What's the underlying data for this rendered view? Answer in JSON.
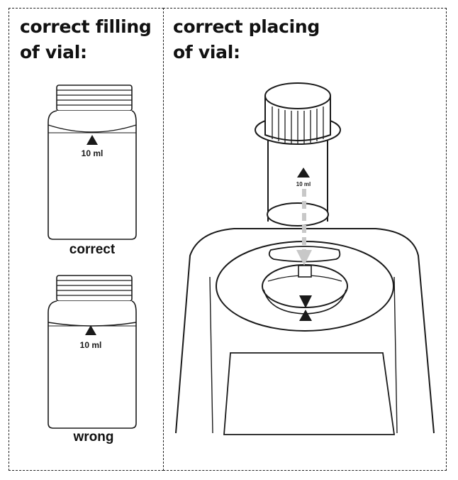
{
  "left_panel": {
    "heading": "correct filling\nof vial:",
    "vial_correct": {
      "mark_label": "10 ml",
      "caption": "correct"
    },
    "vial_wrong": {
      "mark_label": "10 ml",
      "caption": "wrong"
    }
  },
  "right_panel": {
    "heading": "correct placing\nof vial:",
    "vial_mark_label": "10 ml"
  },
  "colors": {
    "line": "#1a1a1a",
    "guide_arrow": "#c8c8c8",
    "background": "#ffffff"
  }
}
